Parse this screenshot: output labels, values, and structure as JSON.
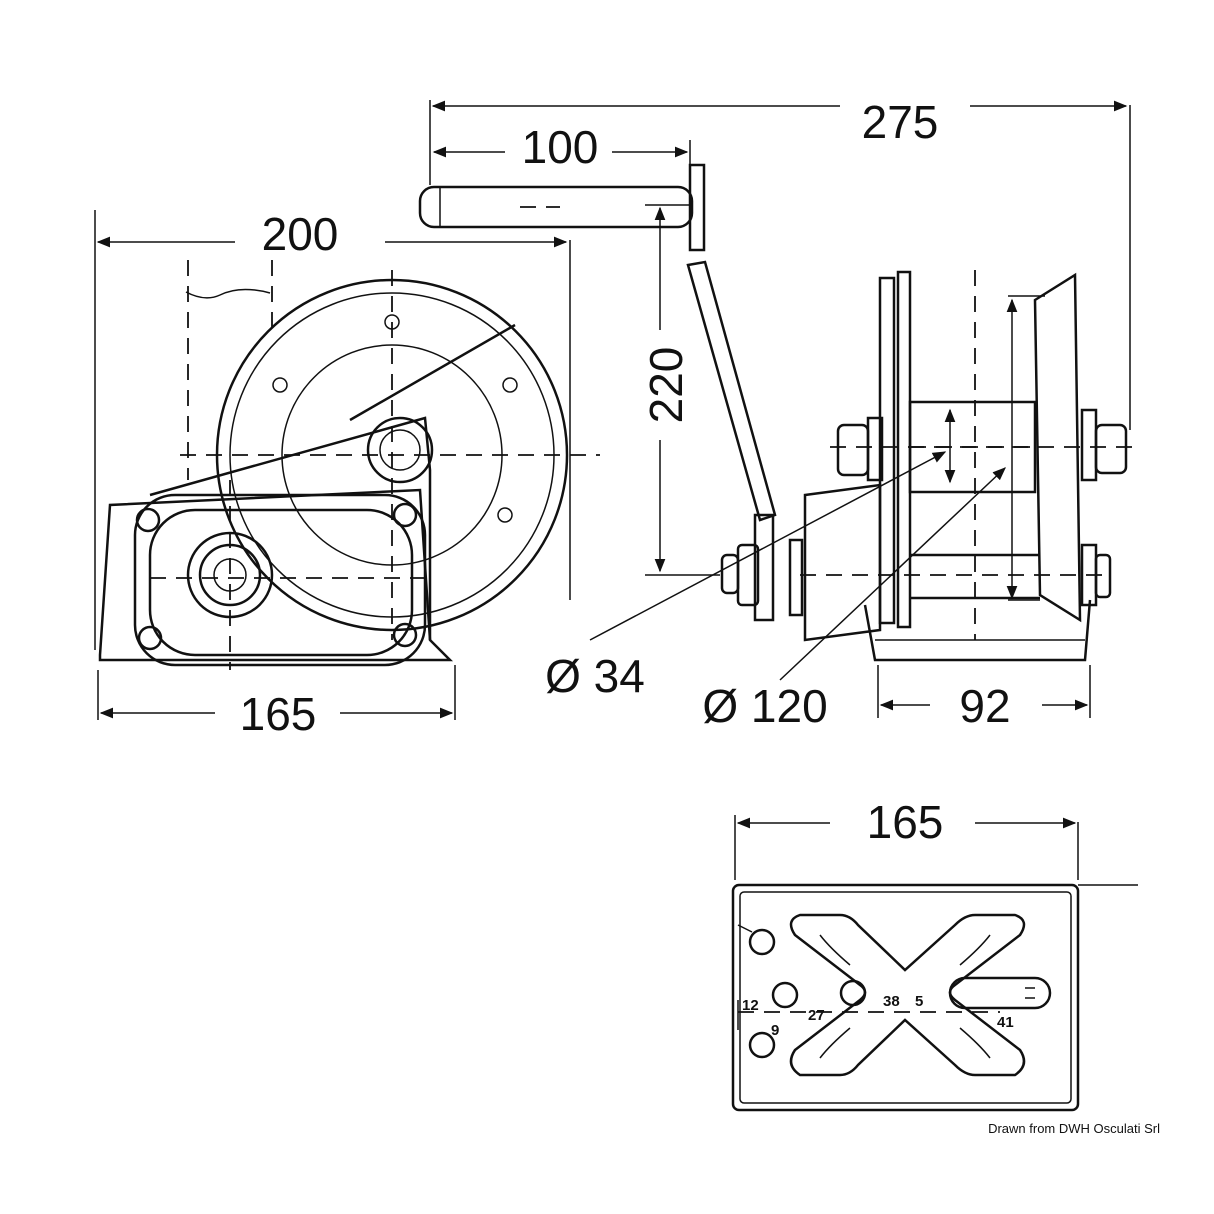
{
  "dimensions": {
    "overall_length": "275",
    "handle_length": "100",
    "side_width": "200",
    "crank_radius": "220",
    "base_length": "165",
    "hub_diameter": "Ø 34",
    "drum_diameter": "Ø 120",
    "drum_width": "92",
    "base_plate_length": "165"
  },
  "base_plate_marks": [
    "12",
    "9",
    "27",
    "38",
    "5",
    "41"
  ],
  "credit": "Drawn from DWH Osculati Srl"
}
